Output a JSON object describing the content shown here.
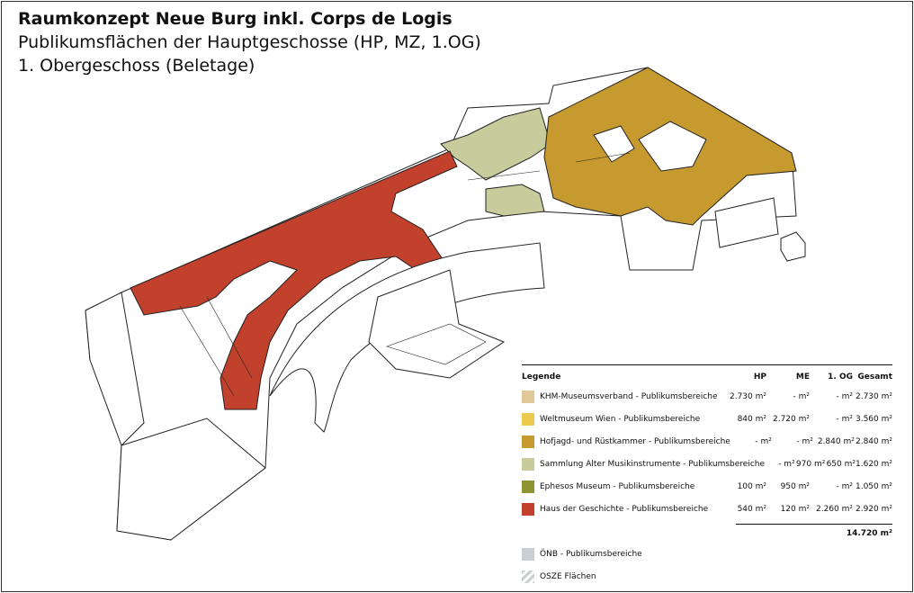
{
  "header": {
    "title": "Raumkonzept Neue Burg inkl. Corps de Logis",
    "subtitle": "Publikumsflächen der Hauptgeschosse (HP, MZ, 1.OG)",
    "floor": "1. Obergeschoss (Beletage)"
  },
  "legend": {
    "title": "Legende",
    "columns": [
      "HP",
      "ME",
      "1. OG",
      "Gesamt"
    ],
    "rows": [
      {
        "label": "KHM-Museumsverband - Publikumsbereiche",
        "color": "#e0c89a",
        "hp": "2.730 m²",
        "me": "- m²",
        "og": "- m²",
        "total": "2.730 m²"
      },
      {
        "label": "Weltmuseum Wien - Publikumsbereiche",
        "color": "#ecc94f",
        "hp": "840 m²",
        "me": "2.720 m²",
        "og": "- m²",
        "total": "3.560 m²"
      },
      {
        "label": "Hofjagd- und Rüstkammer - Publikumsbereiche",
        "color": "#c69a2e",
        "hp": "- m²",
        "me": "- m²",
        "og": "2.840 m²",
        "total": "2.840 m²"
      },
      {
        "label": "Sammlung Alter Musikinstrumente - Publikumsbereiche",
        "color": "#c8cc9c",
        "hp": "- m²",
        "me": "970 m²",
        "og": "650 m²",
        "total": "1.620 m²"
      },
      {
        "label": "Ephesos Museum - Publikumsbereiche",
        "color": "#8d9431",
        "hp": "100 m²",
        "me": "950 m²",
        "og": "- m²",
        "total": "1.050 m²"
      },
      {
        "label": "Haus der Geschichte - Publikumsbereiche",
        "color": "#c2412d",
        "hp": "540 m²",
        "me": "120 m²",
        "og": "2.260 m²",
        "total": "2.920 m²"
      }
    ],
    "grand_total": "14.720 m²",
    "extra": [
      {
        "label": "ÖNB - Publikumsbereiche",
        "color": "#c9cfd3"
      },
      {
        "label": "OSZE Flächen",
        "pattern": "hatched"
      }
    ]
  }
}
